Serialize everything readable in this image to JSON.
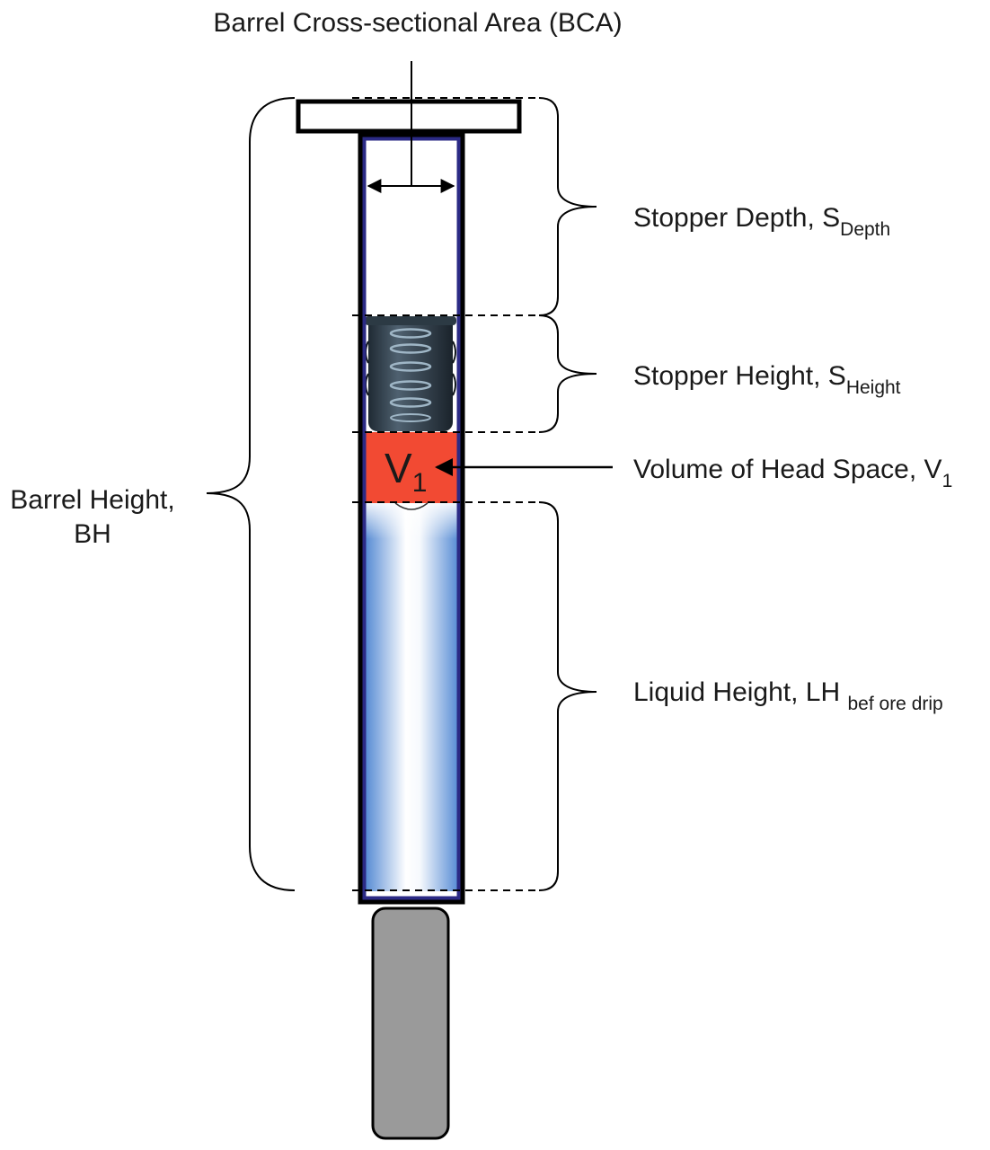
{
  "labels": {
    "bca": "Barrel Cross-sectional Area (BCA)",
    "stopper_depth": {
      "main": "Stopper Depth, S",
      "sub": "Depth"
    },
    "stopper_height": {
      "main": "Stopper Height, S",
      "sub": "Height"
    },
    "head_space": {
      "main": "Volume of Head Space, V",
      "sub": "1"
    },
    "liquid_height": {
      "main": "Liquid Height, LH ",
      "sub": "bef ore drip"
    },
    "barrel_height_line1": "Barrel Height,",
    "barrel_height_line2": "BH"
  },
  "v1_box": {
    "main": "V",
    "sub": "1"
  },
  "colors": {
    "barrel_outline": "#2b2a85",
    "head_space": "#f24a33",
    "liquid_edge": "#5b8fd6",
    "plunger": "#9a9a9a",
    "stopper": "#3c4a55",
    "stopper_ring": "#9fb6c6"
  }
}
